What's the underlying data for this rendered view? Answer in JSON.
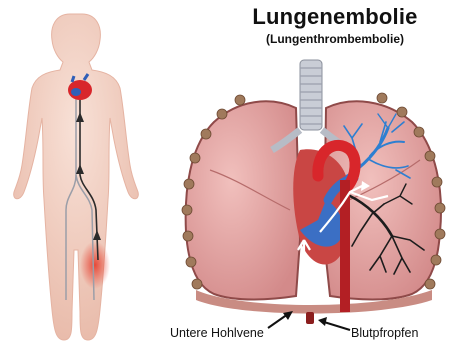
{
  "title": "Lungenembolie",
  "subtitle": "(Lungenthrombembolie)",
  "labels": {
    "vena_cava": "Untere Hohlvene",
    "clot": "Blutpfropfen"
  },
  "colors": {
    "skin": "#f2d3c8",
    "lung": "#e7a7a6",
    "lung_dark": "#c9787a",
    "vein": "#2f5fb8",
    "artery": "#d8262b",
    "clot": "#8b1d1d",
    "trachea": "#c9cdd6"
  }
}
